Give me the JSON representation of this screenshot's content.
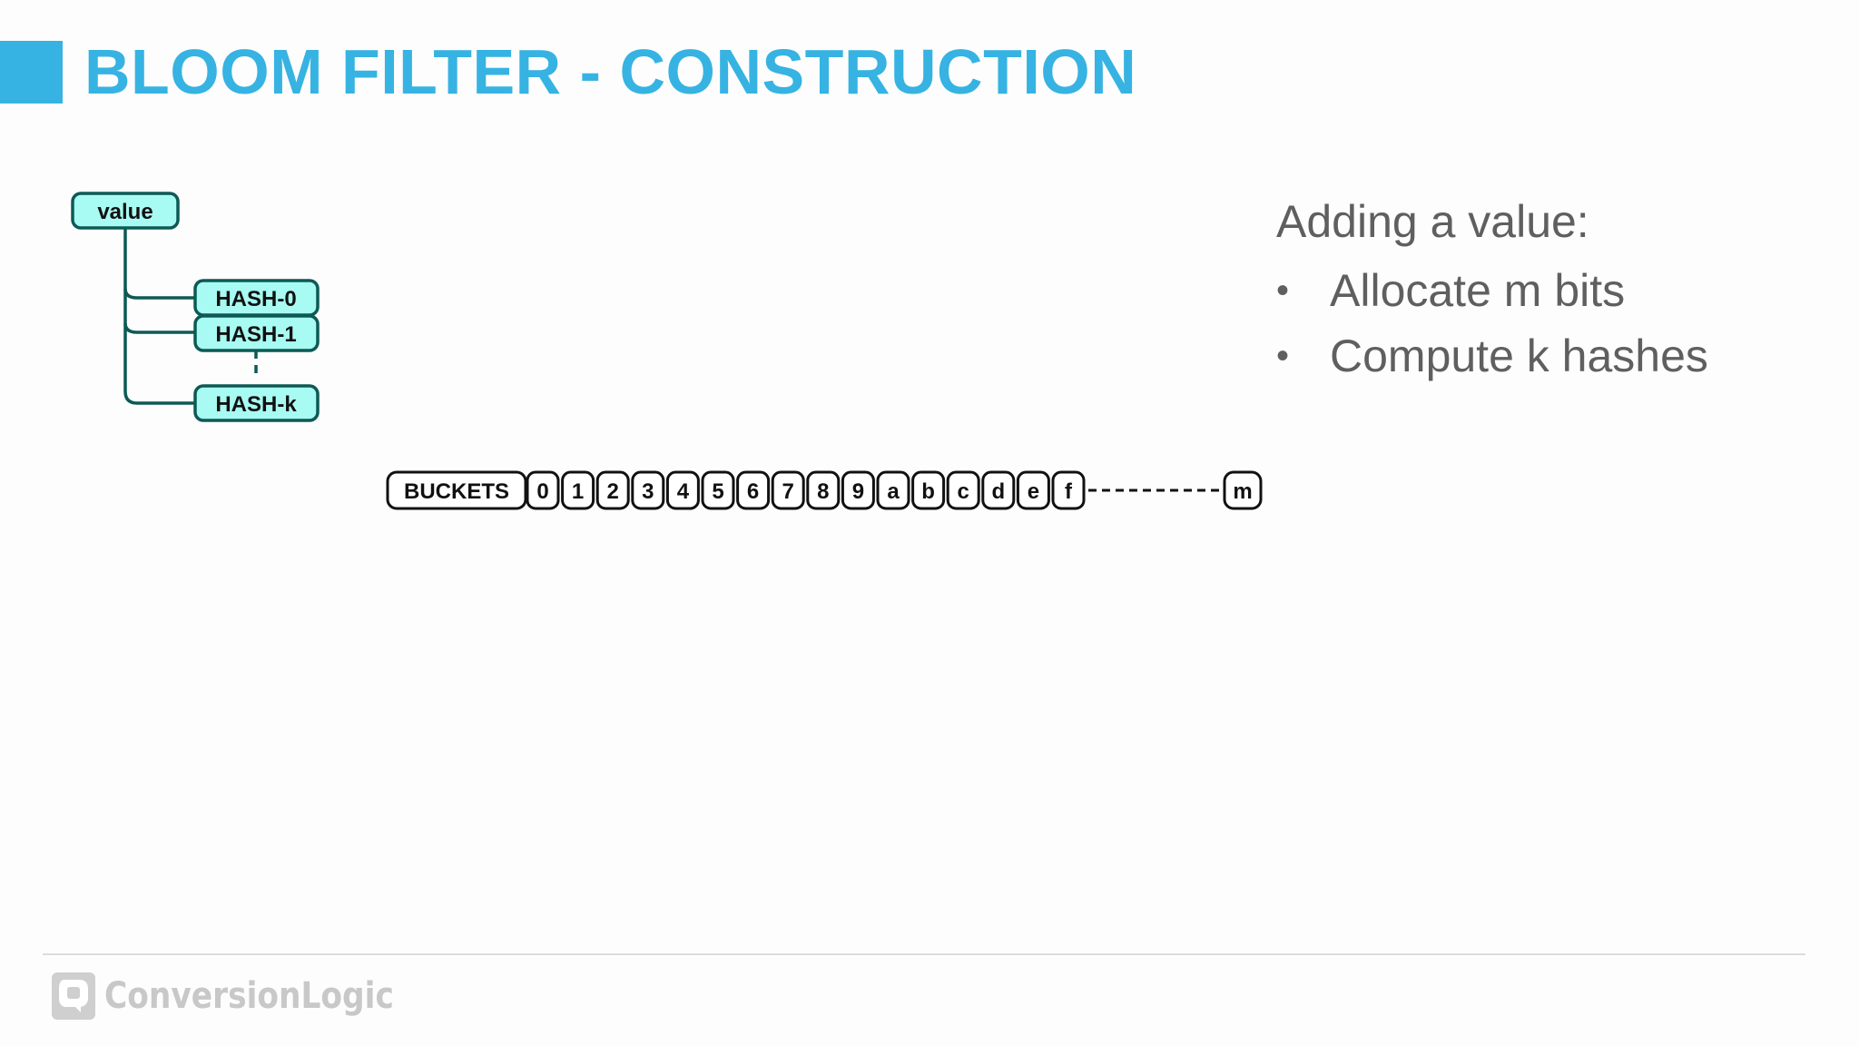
{
  "slide": {
    "title": "BLOOM FILTER - CONSTRUCTION",
    "accent_color": "#36b3e2"
  },
  "diagram": {
    "root_label": "value",
    "hash_labels": [
      "HASH-0",
      "HASH-1",
      "HASH-k"
    ],
    "buckets_label": "BUCKETS",
    "bucket_cells": [
      "0",
      "1",
      "2",
      "3",
      "4",
      "5",
      "6",
      "7",
      "8",
      "9",
      "a",
      "b",
      "c",
      "d",
      "e",
      "f"
    ],
    "last_bucket": "m",
    "node_fill": "#a8fbf3",
    "node_stroke": "#0d5a55"
  },
  "notes": {
    "heading": "Adding a value:",
    "bullets": [
      "Allocate m bits",
      "Compute k hashes"
    ]
  },
  "footer": {
    "logo_text": "ConversionLogic",
    "logo_icon": "conversionlogic-logo-icon"
  }
}
